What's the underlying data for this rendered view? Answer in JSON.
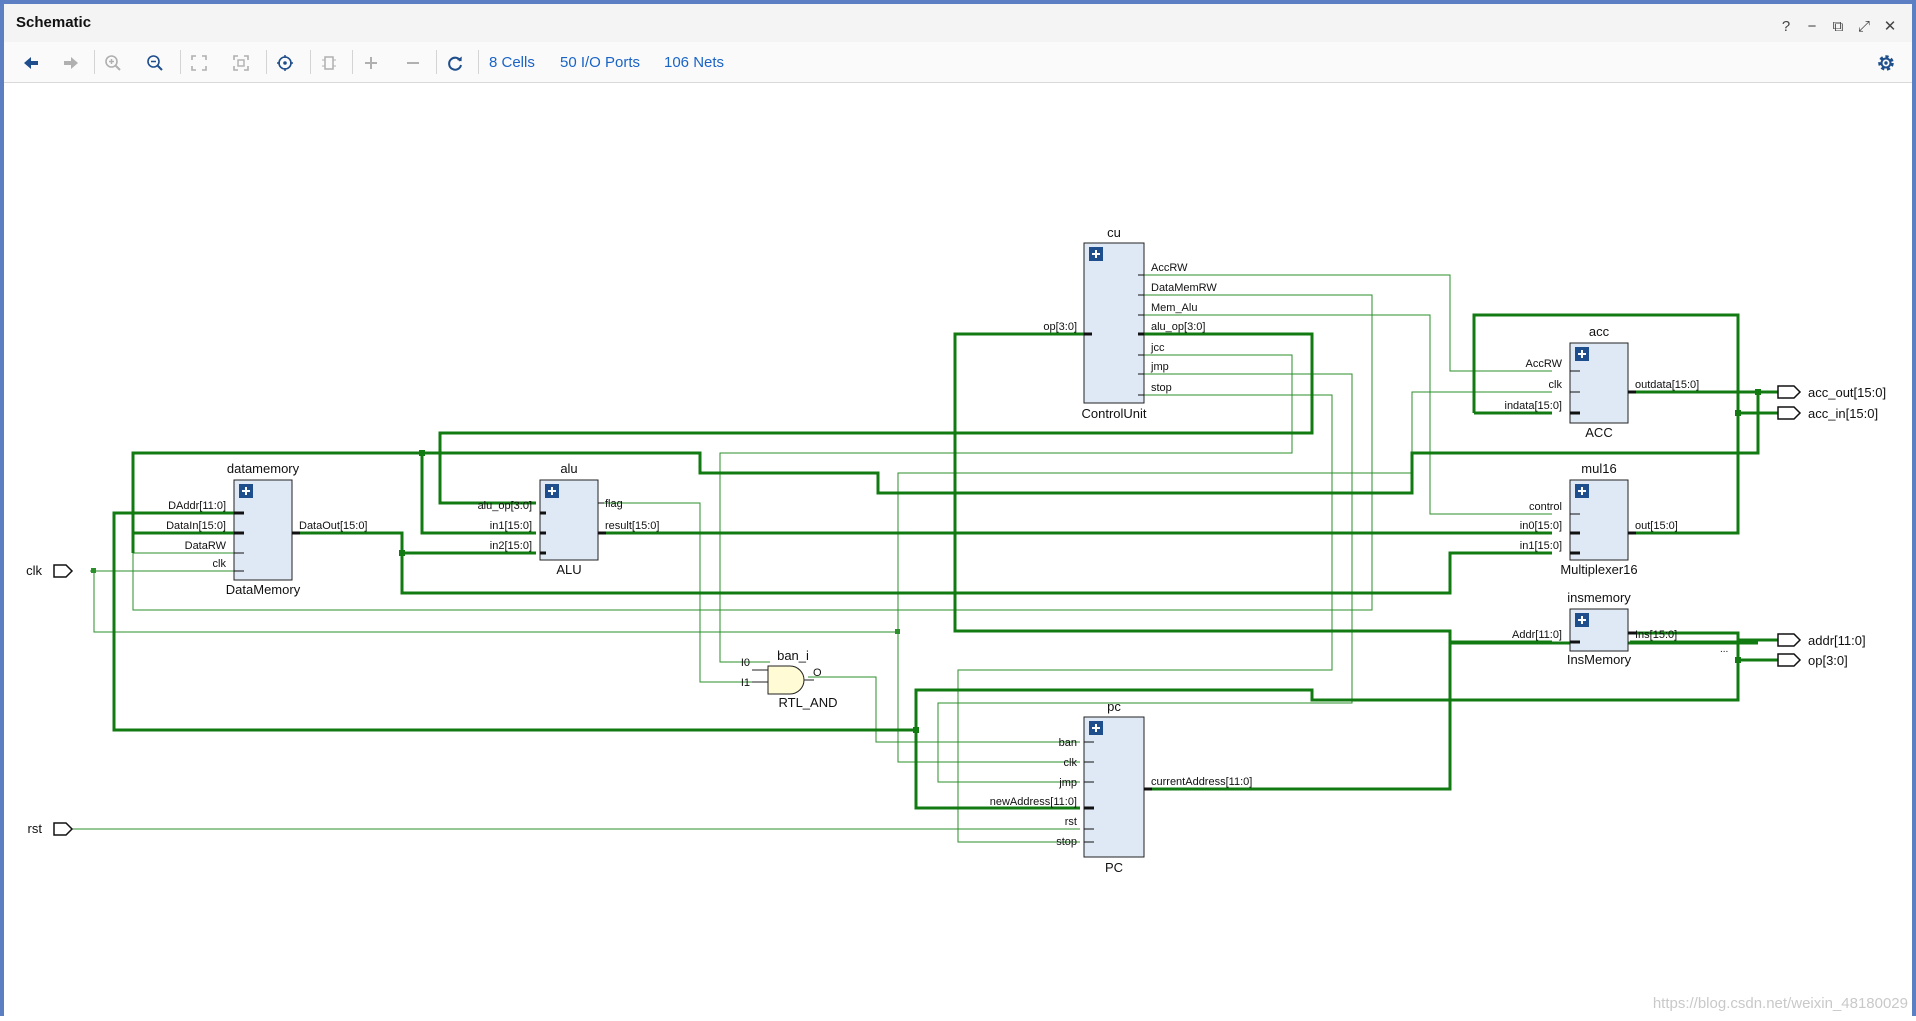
{
  "panel": {
    "title": "Schematic"
  },
  "window_controls": [
    "?",
    "−",
    "⧉",
    "⤢",
    "✕"
  ],
  "toolbar": {
    "cells": "8 Cells",
    "io_ports": "50 I/O Ports",
    "nets": "106 Nets",
    "buttons": [
      "back",
      "forward",
      "zoom-in",
      "zoom-out",
      "zoom-fit",
      "zoom-area",
      "select-target",
      "fit-selection",
      "expand",
      "collapse",
      "refresh"
    ]
  },
  "schematic": {
    "cells": {
      "cu": {
        "instance": "cu",
        "type": "ControlUnit",
        "inputs": [
          "op[3:0]"
        ],
        "outputs": [
          "AccRW",
          "DataMemRW",
          "Mem_Alu",
          "alu_op[3:0]",
          "jcc",
          "jmp",
          "stop"
        ]
      },
      "acc": {
        "instance": "acc",
        "type": "ACC",
        "inputs": [
          "AccRW",
          "clk",
          "indata[15:0]"
        ],
        "outputs": [
          "outdata[15:0]"
        ]
      },
      "mul16": {
        "instance": "mul16",
        "type": "Multiplexer16",
        "inputs": [
          "control",
          "in0[15:0]",
          "in1[15:0]"
        ],
        "outputs": [
          "out[15:0]"
        ]
      },
      "insmemory": {
        "instance": "insmemory",
        "type": "InsMemory",
        "inputs": [
          "Addr[11:0]"
        ],
        "outputs": [
          "Ins[15:0]"
        ]
      },
      "datamemory": {
        "instance": "datamemory",
        "type": "DataMemory",
        "inputs": [
          "DAddr[11:0]",
          "DataIn[15:0]",
          "DataRW",
          "clk"
        ],
        "outputs": [
          "DataOut[15:0]"
        ]
      },
      "alu": {
        "instance": "alu",
        "type": "ALU",
        "inputs": [
          "alu_op[3:0]",
          "in1[15:0]",
          "in2[15:0]"
        ],
        "outputs": [
          "flag",
          "result[15:0]"
        ]
      },
      "pc": {
        "instance": "pc",
        "type": "PC",
        "inputs": [
          "ban",
          "clk",
          "jmp",
          "newAddress[11:0]",
          "rst",
          "stop"
        ],
        "outputs": [
          "currentAddress[11:0]"
        ]
      },
      "ban_i": {
        "instance": "ban_i",
        "type": "RTL_AND",
        "inputs": [
          "I0",
          "I1"
        ],
        "outputs": [
          "O"
        ]
      }
    },
    "ports": {
      "clk": "clk",
      "rst": "rst",
      "acc_out": "acc_out[15:0]",
      "acc_in": "acc_in[15:0]",
      "addr": "addr[11:0]",
      "op": "op[3:0]"
    },
    "ellipsis": "...",
    "colors": {
      "wire": "#2b8f2b",
      "bus": "#117a11",
      "cell_fill": "#dfe9f6",
      "gate_fill": "#fffbd4",
      "accent": "#1a64c6"
    }
  },
  "watermark": "https://blog.csdn.net/weixin_48180029"
}
